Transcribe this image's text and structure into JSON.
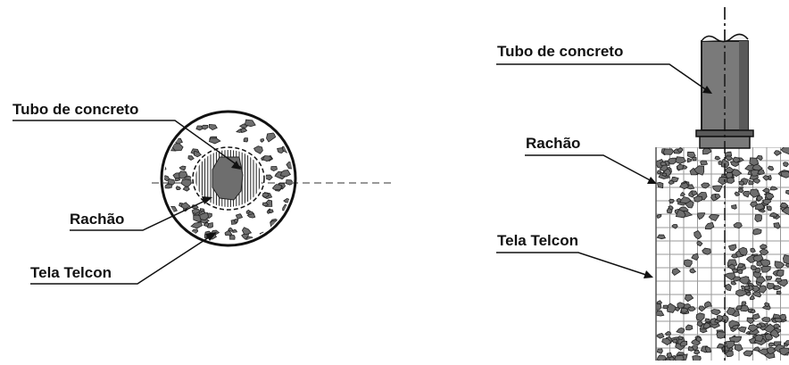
{
  "plan_view": {
    "labels": {
      "pipe": "Tubo de concreto",
      "stone": "Rachão",
      "mesh": "Tela Telcon"
    }
  },
  "section_view": {
    "labels": {
      "pipe": "Tubo de concreto",
      "stone": "Rachão",
      "mesh": "Tela Telcon"
    }
  },
  "colors": {
    "ink": "#111111",
    "stone_fill": "#6e6e6e",
    "pipe_fill": "#7a7a7a",
    "mesh_line": "#9a9a9a"
  }
}
